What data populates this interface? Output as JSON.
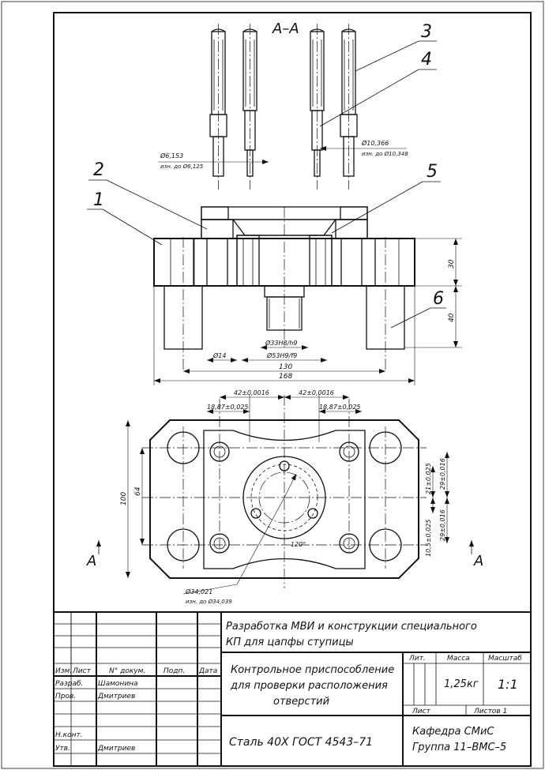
{
  "drawing": {
    "section_label": "А–А",
    "cut_label": "А",
    "callouts": [
      "1",
      "2",
      "3",
      "4",
      "5",
      "6"
    ]
  },
  "dimensions": {
    "d_pin_small": "Ø6,153",
    "d_pin_small_sub": "изн. до Ø6,125",
    "d_pin_large": "Ø10,366",
    "d_pin_large_sub": "изн. до Ø10,348",
    "h30": "30",
    "h40": "40",
    "d33": "Ø33H8/h9",
    "d53": "Ø53H9/f9",
    "d14": "Ø14",
    "w130": "130",
    "w168": "168",
    "d42_left": "42±0,0016",
    "d42_right": "42±0,0016",
    "d1887_left": "18,87±0,025",
    "d1887_right": "18,87±0,025",
    "h100": "100",
    "h64": "64",
    "d21": "21±0,025",
    "d29a": "29±0,016",
    "d105": "10,5±0,025",
    "d29b": "29±0,016",
    "angle120": "120°",
    "d34": "Ø34,021",
    "d34_sub": "изн. до Ø34,039"
  },
  "titleblock": {
    "project": "Разработка МВИ и конструкции специального",
    "project2": "КП для цапфы ступицы",
    "name1": "Контрольное приспособление",
    "name2": "для проверки расположения",
    "name3": "отверстий",
    "material": "Сталь 40Х ГОСТ 4543–71",
    "lit": "Лит.",
    "mass_h": "Масса",
    "scale_h": "Масштаб",
    "mass": "1,25кг",
    "scale": "1:1",
    "sheet": "Лист",
    "sheets": "Листов 1",
    "org1": "Кафедра СМиС",
    "org2": "Группа 11–ВМС–5",
    "h_izm": "Изм.",
    "h_list": "Лист",
    "h_doc": "N° докум.",
    "h_podp": "Подп.",
    "h_date": "Дата",
    "r_razrab": "Разраб.",
    "r_prov": "Пров.",
    "r_nkontr": "Н.конт.",
    "r_utv": "Утв.",
    "n_razrab": "Шамонина",
    "n_prov": "Дмитриев",
    "n_utv": "Дмитриев"
  }
}
